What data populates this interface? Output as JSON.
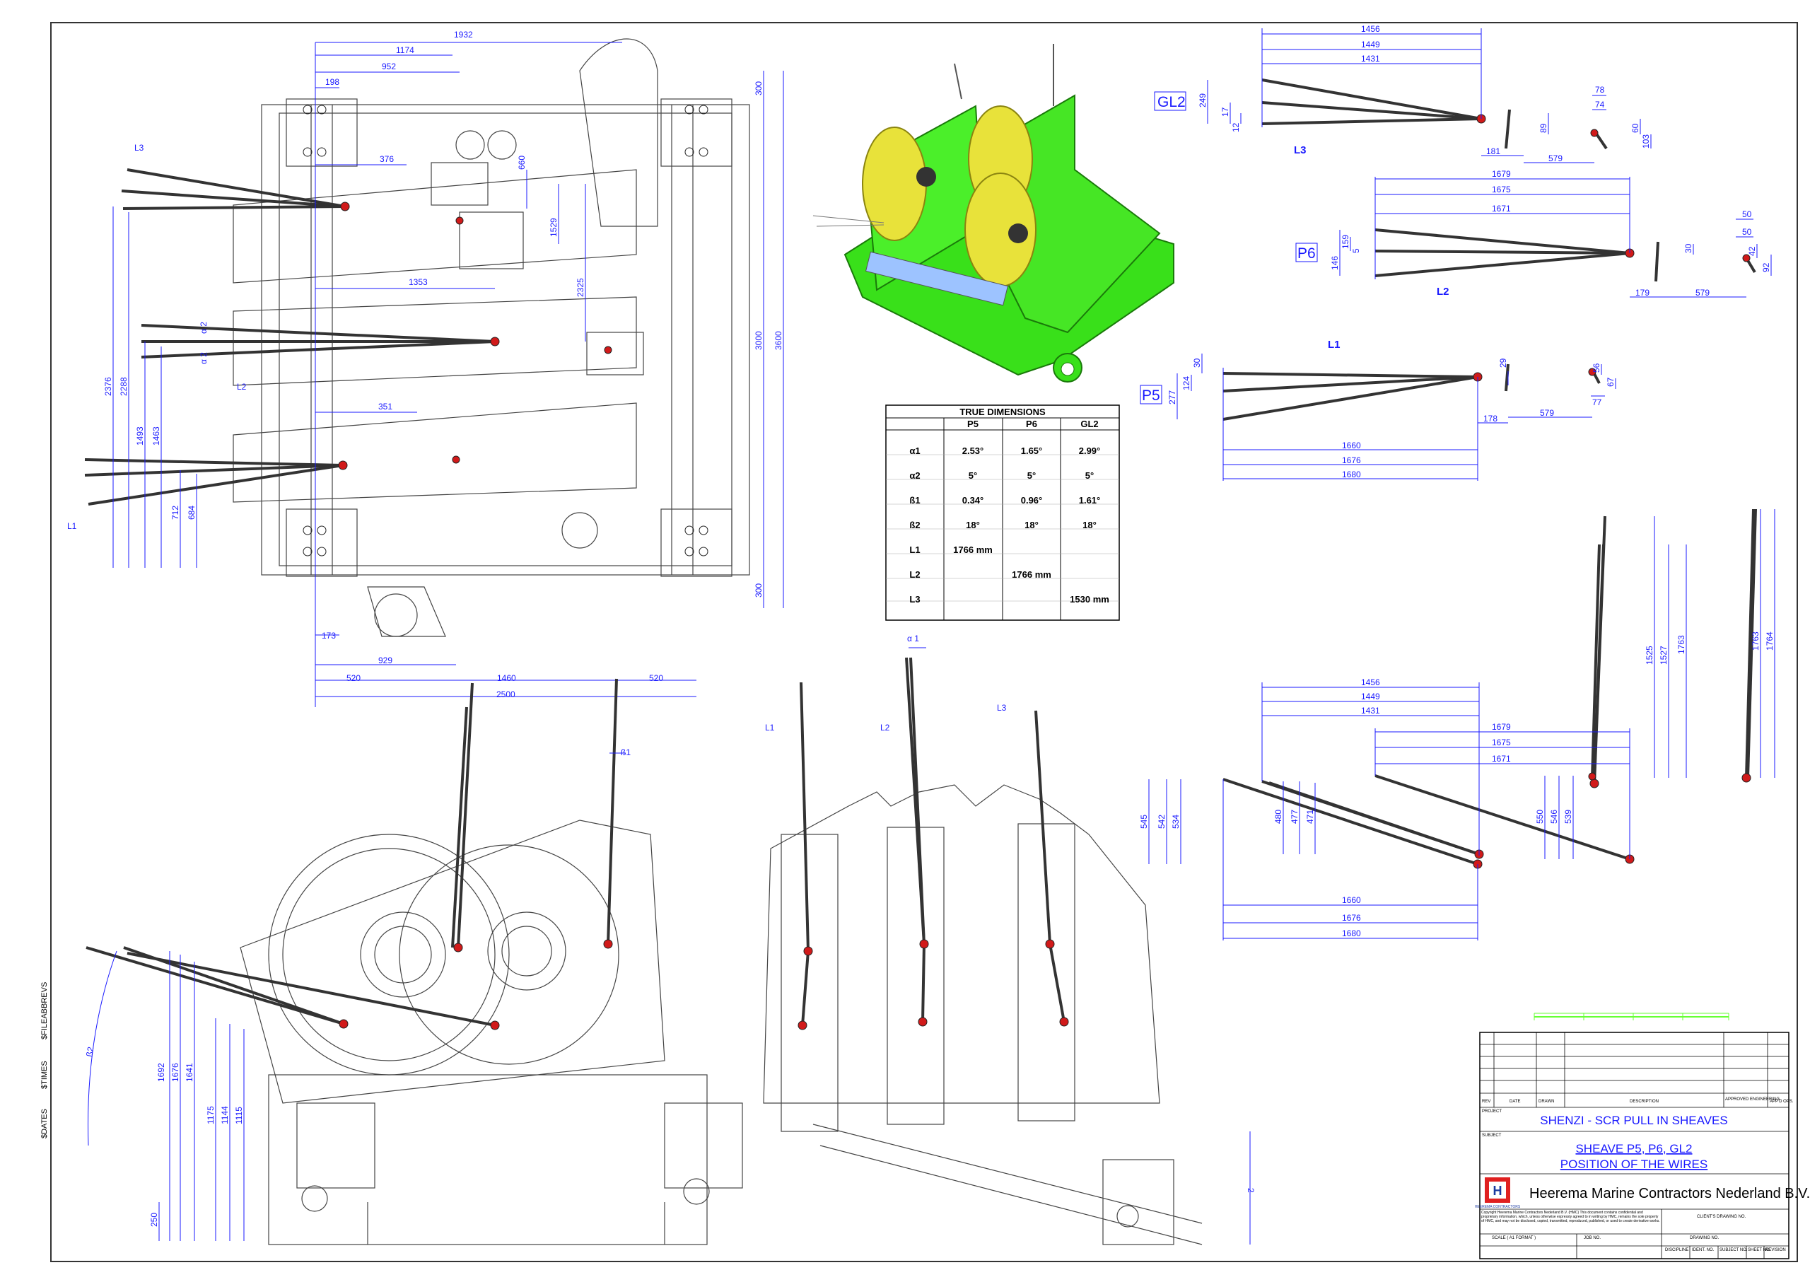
{
  "colors": {
    "dimension": "#1a1aff",
    "geometry": "#333333",
    "wire": "#333333",
    "sheave_point": "#d11a1a",
    "model_green": "#39e01a",
    "model_yellow": "#e8e23a",
    "scale_bar": "#66ff33"
  },
  "side_margin": {
    "sdates": "$DATES",
    "stimes": "$TIMES",
    "sfile": "$FILEABBREVS"
  },
  "front_view": {
    "dims_top": [
      "1932",
      "1174",
      "952",
      "198",
      "376",
      "660",
      "1529",
      "2325",
      "1353",
      "351"
    ],
    "dims_right": [
      "300",
      "3000",
      "3600",
      "300"
    ],
    "dims_left": [
      "2376",
      "2288",
      "1493",
      "1463",
      "712",
      "684"
    ],
    "dims_bottom": [
      "173",
      "929",
      "520",
      "1460",
      "520",
      "2500"
    ],
    "angle_labels": [
      "α 2",
      "α 2"
    ],
    "wire_labels": [
      "L3",
      "L2",
      "L1"
    ]
  },
  "side_view": {
    "dims_left": [
      "1692",
      "1676",
      "1641",
      "1175",
      "1144",
      "1115",
      "250"
    ],
    "angle_labels": [
      "ß2",
      "ß1"
    ]
  },
  "rear_view": {
    "angle_label": "α 1",
    "wire_labels": [
      "L1",
      "L2",
      "L3"
    ],
    "dim_right": "2"
  },
  "sheave_gl2": {
    "label": "GL2",
    "wire_label": "L3",
    "dims_top": [
      "1456",
      "1449",
      "1431"
    ],
    "dims_left": [
      "249",
      "17",
      "12"
    ],
    "dims_right": [
      "78",
      "74",
      "89",
      "60",
      "103"
    ],
    "dims_bottom": [
      "181",
      "579"
    ]
  },
  "sheave_p6": {
    "label": "P6",
    "wire_label": "L2",
    "dims_top": [
      "1679",
      "1675",
      "1671"
    ],
    "dims_left": [
      "159",
      "146",
      "5"
    ],
    "dims_right": [
      "50",
      "50",
      "30",
      "42",
      "92"
    ],
    "dims_bottom": [
      "179",
      "579"
    ]
  },
  "sheave_p5": {
    "label": "P5",
    "wire_label": "L1",
    "dims_left": [
      "30",
      "124",
      "277"
    ],
    "dims_right": [
      "29",
      "56",
      "77",
      "67"
    ],
    "dims_bottom_short": [
      "178",
      "579"
    ],
    "dims_bottom": [
      "1660",
      "1676",
      "1680"
    ]
  },
  "true_dimensions": {
    "title": "TRUE DIMENSIONS",
    "columns": [
      "",
      "P5",
      "P6",
      "GL2"
    ],
    "rows": [
      [
        "α1",
        "2.53°",
        "1.65°",
        "2.99°"
      ],
      [
        "α2",
        "5°",
        "5°",
        "5°"
      ],
      [
        "ß1",
        "0.34°",
        "0.96°",
        "1.61°"
      ],
      [
        "ß2",
        "18°",
        "18°",
        "18°"
      ],
      [
        "L1",
        "1766 mm",
        "",
        ""
      ],
      [
        "L2",
        "",
        "1766 mm",
        ""
      ],
      [
        "L3",
        "",
        "",
        "1530 mm"
      ]
    ]
  },
  "elevation": {
    "dims_top_a": [
      "1456",
      "1449",
      "1431"
    ],
    "dims_top_b": [
      "1679",
      "1675",
      "1671"
    ],
    "dims_left_a": [
      "545",
      "542",
      "534"
    ],
    "dims_left_b": [
      "480",
      "477",
      "471"
    ],
    "dims_left_c": [
      "550",
      "546",
      "539"
    ],
    "dims_bottom": [
      "1660",
      "1676",
      "1680"
    ],
    "dims_vertical_a": [
      "1525",
      "1527",
      "1763"
    ],
    "dims_vertical_b": [
      "1763",
      "1764"
    ]
  },
  "title_block": {
    "rev_headers": [
      "REV",
      "DATE",
      "DRAWN",
      "DESCRIPTION",
      "APPROVED ENGINEERING",
      "APP'D OPS."
    ],
    "project_label": "PROJECT",
    "project": "SHENZI - SCR PULL IN SHEAVES",
    "subject_label": "SUBJECT",
    "subject_line1": "SHEAVE P5, P6, GL2",
    "subject_line2": "POSITION OF THE WIRES",
    "company": "Heerema Marine Contractors Nederland B.V.",
    "logo_letter": "H",
    "logo_caption": "HEEREMA CONTRACTORS",
    "copyright": "Copyright Heerema Marine Contractors Nederland B.V. (HMC) This document contains confidential and proprietary information, which, unless otherwise expressly agreed to in writing by HMC, remains the sole property of HMC, and may not be disclosed, copied, transmitted, reproduced, published, or used to create derivative works.",
    "clients_drawing_no": "CLIENT'S DRAWING NO.",
    "scale_label": "SCALE ( A1 FORMAT )",
    "job_no": "JOB NO.",
    "drawing_no": "DRAWING NO.",
    "discipline": "DISCIPLINE",
    "ident_no": "IDENT. NO.",
    "subject_no": "SUBJECT NO.",
    "sheet_no": "SHEET NO.",
    "revision": "REVISION"
  }
}
